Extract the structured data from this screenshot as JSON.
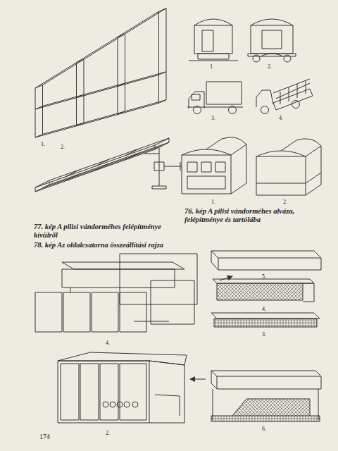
{
  "diagram": {
    "labels": [
      "1.",
      "2.",
      "1.",
      "2.",
      "3.",
      "4.",
      "1.",
      "2.",
      "77. kép A pilisi vándorméhes felépítménye kívülről",
      "76. kép A pilisi vándorméhes alváza, felépítménye és tartólába",
      "78. kép Az oldalcsatorna összeállítási rajza",
      "5.",
      "4.",
      "4.",
      "3.",
      "2.",
      "6.",
      "174"
    ]
  }
}
